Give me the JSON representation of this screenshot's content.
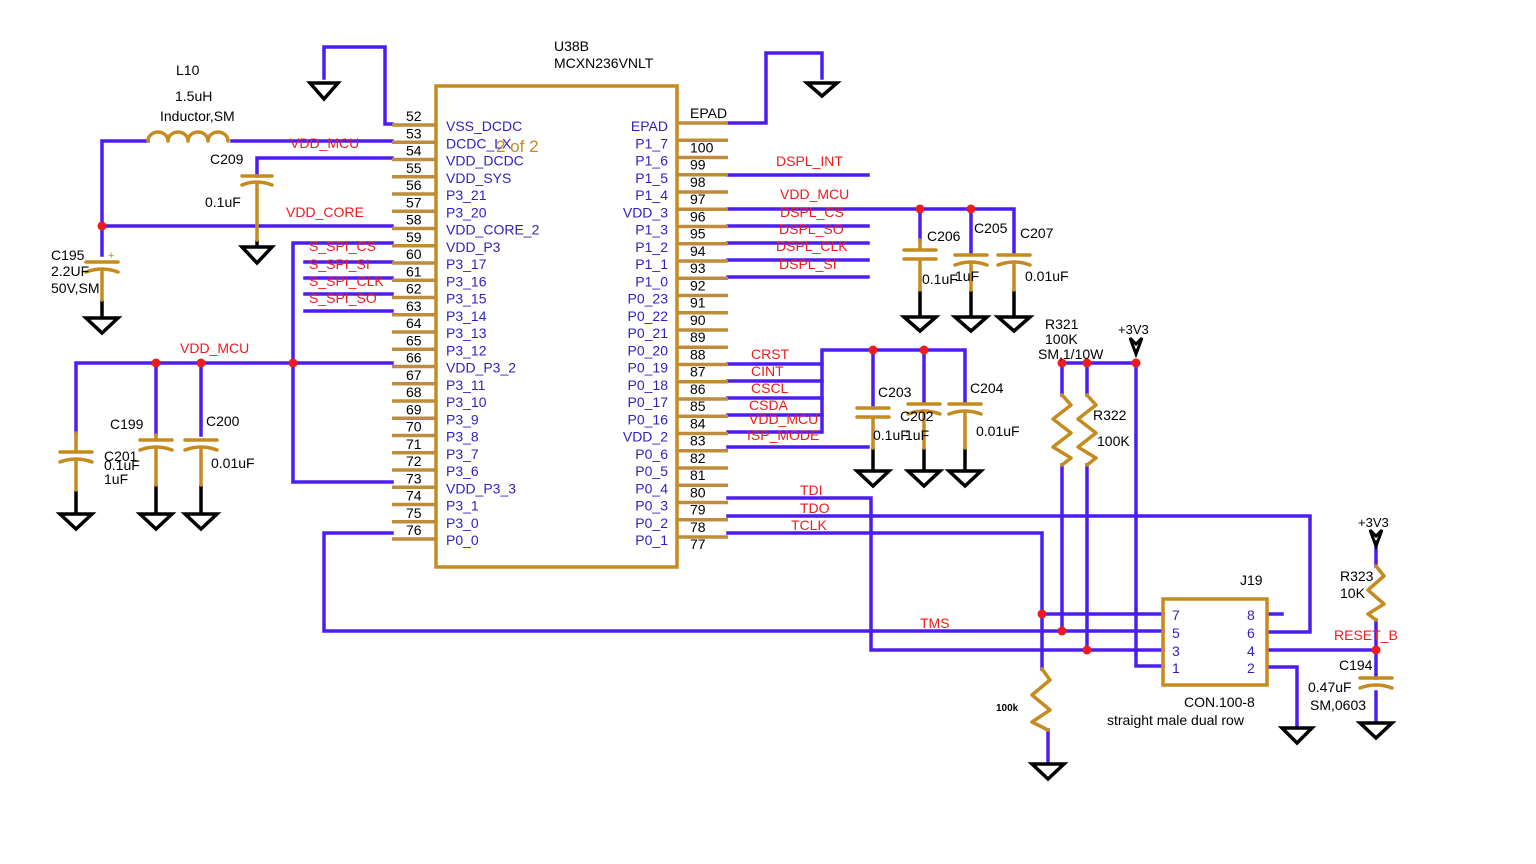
{
  "chip": {
    "designator": "U38B",
    "part": "MCXN236VNLT",
    "section": "2 of 2",
    "left_pins": [
      {
        "num": "52",
        "name": "VSS_DCDC"
      },
      {
        "num": "53",
        "name": "DCDC_LX"
      },
      {
        "num": "54",
        "name": "VDD_DCDC"
      },
      {
        "num": "55",
        "name": "VDD_SYS"
      },
      {
        "num": "56",
        "name": "P3_21"
      },
      {
        "num": "57",
        "name": "P3_20"
      },
      {
        "num": "58",
        "name": "VDD_CORE_2"
      },
      {
        "num": "59",
        "name": "VDD_P3"
      },
      {
        "num": "60",
        "name": "P3_17"
      },
      {
        "num": "61",
        "name": "P3_16"
      },
      {
        "num": "62",
        "name": "P3_15"
      },
      {
        "num": "63",
        "name": "P3_14"
      },
      {
        "num": "64",
        "name": "P3_13"
      },
      {
        "num": "65",
        "name": "P3_12"
      },
      {
        "num": "66",
        "name": "VDD_P3_2"
      },
      {
        "num": "67",
        "name": "P3_11"
      },
      {
        "num": "68",
        "name": "P3_10"
      },
      {
        "num": "69",
        "name": "P3_9"
      },
      {
        "num": "70",
        "name": "P3_8"
      },
      {
        "num": "71",
        "name": "P3_7"
      },
      {
        "num": "72",
        "name": "P3_6"
      },
      {
        "num": "73",
        "name": "VDD_P3_3"
      },
      {
        "num": "74",
        "name": "P3_1"
      },
      {
        "num": "75",
        "name": "P3_0"
      },
      {
        "num": "76",
        "name": "P0_0"
      }
    ],
    "right_pins": [
      {
        "num": "EPAD",
        "name": "EPAD"
      },
      {
        "num": "100",
        "name": "P1_7"
      },
      {
        "num": "99",
        "name": "P1_6"
      },
      {
        "num": "98",
        "name": "P1_5"
      },
      {
        "num": "97",
        "name": "P1_4"
      },
      {
        "num": "96",
        "name": "VDD_3"
      },
      {
        "num": "95",
        "name": "P1_3"
      },
      {
        "num": "94",
        "name": "P1_2"
      },
      {
        "num": "93",
        "name": "P1_1"
      },
      {
        "num": "92",
        "name": "P1_0"
      },
      {
        "num": "91",
        "name": "P0_23"
      },
      {
        "num": "90",
        "name": "P0_22"
      },
      {
        "num": "89",
        "name": "P0_21"
      },
      {
        "num": "88",
        "name": "P0_20"
      },
      {
        "num": "87",
        "name": "P0_19"
      },
      {
        "num": "86",
        "name": "P0_18"
      },
      {
        "num": "85",
        "name": "P0_17"
      },
      {
        "num": "84",
        "name": "P0_16"
      },
      {
        "num": "83",
        "name": "VDD_2"
      },
      {
        "num": "82",
        "name": "P0_6"
      },
      {
        "num": "81",
        "name": "P0_5"
      },
      {
        "num": "80",
        "name": "P0_4"
      },
      {
        "num": "79",
        "name": "P0_3"
      },
      {
        "num": "78",
        "name": "P0_2"
      },
      {
        "num": "77",
        "name": "P0_1"
      }
    ]
  },
  "nets": {
    "vdd_mcu_top": "VDD_MCU",
    "vdd_core": "VDD_CORE",
    "vdd_mcu_left": "VDD_MCU",
    "s_spi_cs": "S_SPI_CS",
    "s_spi_si": "S_SPI_SI",
    "s_spi_clk": "S_SPI_CLK",
    "s_spi_so": "S_SPI_SO",
    "dspl_int": "DSPL_INT",
    "vdd_mcu_right": "VDD_MCU",
    "dspl_cs": "DSPL_CS",
    "dspl_so": "DSPL_SO",
    "dspl_clk": "DSPL_CLK",
    "dspl_si": "DSPL_SI",
    "crst": "CRST",
    "cint": "CINT",
    "cscl": "CSCL",
    "csda": "CSDA",
    "vdd_mcu_right2": "VDD_MCU",
    "isp_mode": "ISP_MODE",
    "tdi": "TDI",
    "tdo": "TDO",
    "tclk": "TCLK",
    "tms": "TMS",
    "reset_b": "RESET_B",
    "v3v3_a": "+3V3",
    "v3v3_b": "+3V3"
  },
  "components": {
    "l10": {
      "ref": "L10",
      "value": "1.5uH",
      "desc": "Inductor,SM"
    },
    "c209": {
      "ref": "C209",
      "value": "0.1uF"
    },
    "c195": {
      "ref": "C195",
      "value": "2.2UF",
      "rating": "50V,SM"
    },
    "c199": {
      "ref": "C199",
      "value": "0.1uF"
    },
    "c200": {
      "ref": "C200",
      "value": "0.01uF"
    },
    "c201": {
      "ref": "C201",
      "value": "1uF"
    },
    "c206": {
      "ref": "C206",
      "value": "0.1uF"
    },
    "c205": {
      "ref": "C205",
      "value": "1uF"
    },
    "c207": {
      "ref": "C207",
      "value": "0.01uF"
    },
    "c203": {
      "ref": "C203",
      "value": "0.1uF"
    },
    "c202": {
      "ref": "C202",
      "value": "1uF"
    },
    "c204": {
      "ref": "C204",
      "value": "0.01uF"
    },
    "r321": {
      "ref": "R321",
      "value": "100K",
      "rating": "SM,1/10W"
    },
    "r322": {
      "ref": "R322",
      "value": "100K"
    },
    "r323": {
      "ref": "R323",
      "value": "10K"
    },
    "c194": {
      "ref": "C194",
      "value": "0.47uF",
      "package": "SM,0603"
    },
    "r_pd": {
      "value": "100k"
    },
    "j19": {
      "ref": "J19",
      "part": "CON.100-8",
      "desc": "straight male dual row",
      "pins_left": [
        "7",
        "5",
        "3",
        "1"
      ],
      "pins_right": [
        "8",
        "6",
        "4",
        "2"
      ]
    }
  },
  "colors": {
    "wire": "#4b1df0",
    "pin": "#bf8c3c",
    "component": "#c68b1e",
    "net_label": "#ee1c1c",
    "pin_name": "#2f1fc0",
    "text": "#000000"
  }
}
